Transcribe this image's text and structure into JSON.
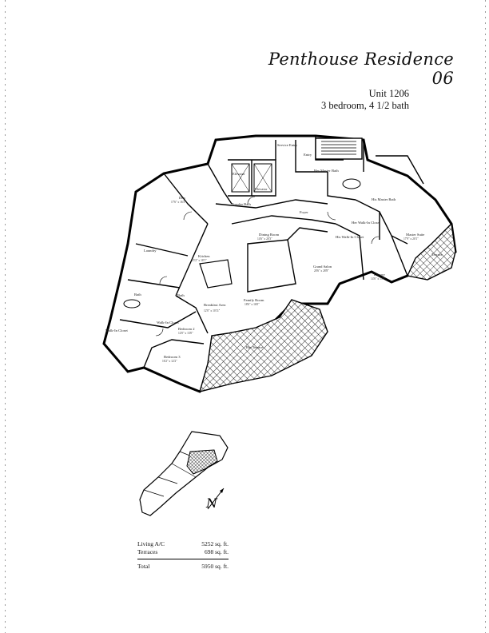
{
  "title": "Penthouse Residence 06",
  "unit": "Unit 1206",
  "bedrooms": "3 bedroom, 4 1/2 bath",
  "rooms": {
    "service_entry": "Service Entry",
    "entry": "Entry",
    "elevator_1": "Elevator",
    "elevator_2": "Elevator",
    "den": "Den",
    "den_dim": "17'6\" x 16'3\"",
    "powder_bath": "Powder Bath",
    "foyer": "Foyer",
    "master_bath": "Her Master Bath",
    "his_master_bath": "His Master Bath",
    "master_suite": "Master Suite",
    "master_suite_dim": "17'9\" x 20'1\"",
    "laundry": "Laundry",
    "kitchen": "Kitchen",
    "kitchen_dim": "15'2\" x 18'1\"",
    "dining_room": "Dining Room",
    "dining_dim": "14'6\" x 20'3\"",
    "grand_salon": "Grand Salon",
    "grand_salon_dim": "20'6\" x 28'8\"",
    "library": "Library",
    "library_dim": "14'6\" x 13'6\"",
    "her_walkin": "Her Walk-In Closet",
    "his_walkin": "His Walk-In Closet",
    "terrace": "Terrace",
    "bath_1": "Bath",
    "bath_2": "Bath",
    "breakfast_area": "Breakfast Area",
    "breakfast_dim": "12'0\" x 10'11\"",
    "family_room": "Family Room",
    "family_dim": "18'6\" x 16'0\"",
    "walkin_closet": "Walk-In Closet",
    "walkin_closet_2": "Walk-In Closet",
    "bedroom_2": "Bedroom 2",
    "bedroom_2_dim": "12'0\" x 13'0\"",
    "bedroom_3": "Bedroom 3",
    "bedroom_3_dim": "16'2\" x 12'2\"",
    "bar_terrace": "Bar Terrace"
  },
  "compass_letter": "N",
  "areas": [
    {
      "label": "Living A/C",
      "value": "5252 sq. ft."
    },
    {
      "label": "Terraces",
      "value": "698 sq. ft."
    }
  ],
  "total": {
    "label": "Total",
    "value": "5950 sq. ft."
  },
  "colors": {
    "ink": "#111111",
    "hatch": "#222222",
    "paper": "#ffffff"
  }
}
